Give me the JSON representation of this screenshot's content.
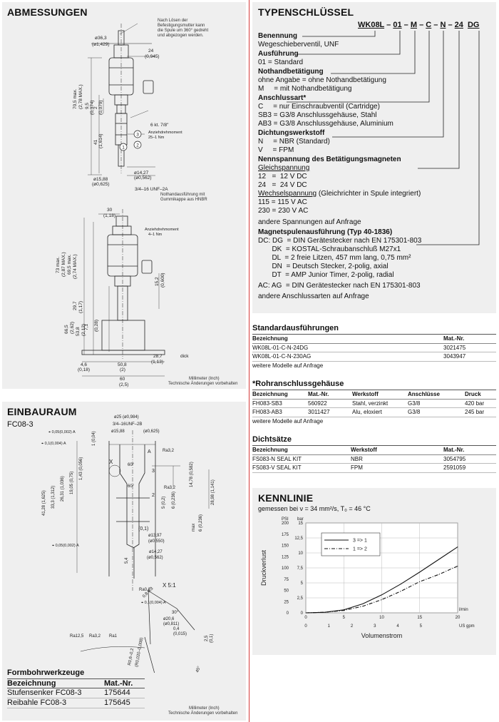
{
  "abmessungen": {
    "title": "ABMESSUNGEN",
    "labels": {
      "d363": "ø36,3",
      "d429": "(ø1,429)",
      "v24": "24",
      "v945": "(0,945)",
      "v705": "70,5 max.",
      "v278": "(2,78 MAX.)",
      "v95": "9,5",
      "v0374": "(0,374)",
      "v2": "2",
      "v0079": "(0,079)",
      "v41": "41",
      "v1614": "(1,614)",
      "d1427": "ø14,27",
      "d0562": "(ø0,562)",
      "d1588": "ø15,88",
      "d0625": "(ø0,625)",
      "unf": "3/4–16 UNF–2A",
      "sk": "6 kt. 7/8\"",
      "anz1": "Anziehdrehmoment",
      "nm1": "25–1 Nm",
      "v30": "30",
      "v118": "(1,18)",
      "anz2": "Anziehdrehmoment",
      "nm2": "4–1 Nm",
      "v73": "73 max.",
      "v287": "(2,87 MAX.)",
      "v695": "69,5 max.",
      "v274": "(2,74 MAX.)",
      "v152": "15,2",
      "v0600": "(0,600)",
      "v665": "66,5",
      "v262": "(2,62)",
      "v538": "53,8",
      "v212": "(2,12)",
      "v297": "29,7",
      "v117": "(1,17)",
      "v71": "7,1",
      "v028": "(0,28)",
      "v287b": "28,7",
      "v113": "(1,13)",
      "dick": "dick",
      "v46": "4,6",
      "v018": "(0,18)",
      "v508": "50,8",
      "v2b": "(2)",
      "v60": "60",
      "v25": "(2,5)"
    },
    "note_top": "Nach Lösen der Befestigungsmutter kann die Spule um 360° gedreht und abgezogen werden.",
    "note_hand": "Nothandausführung mit Gummikappe aus HNBR",
    "footer1": "Millimeter (Inch)",
    "footer2": "Technische Änderungen vorbehalten",
    "callouts": [
      "1",
      "2",
      "3"
    ]
  },
  "einbauraum": {
    "title": "EINBAURAUM",
    "subtitle": "FC08-3",
    "labels": {
      "tol1": "⌖ 0,05(0,002) A",
      "tol2": "⌖ 0,1(0,004) A",
      "tol3": "⌖ 0,05(0,002) A",
      "tol4": "⌖ 0,1(0,004) A",
      "d25": "ø25 (ø0,984)",
      "unf": "3/4–16UNF–2B",
      "d1588": "ø15,88",
      "d0625": "(ø0,625)",
      "ra32a": "Ra3,2",
      "ra32b": "Ra3,2",
      "ra32c": "Ra3,2",
      "ra125": "Ra12,5",
      "ra1": "Ra1",
      "ra08": "Ra0,8",
      "ang60a": "60°",
      "ang60b": "60°",
      "ang30": "30°",
      "x": "X",
      "xs": "X 5:1",
      "a": "A",
      "v3": "3",
      "v2": "2",
      "v1": "(0,1)",
      "d1397": "ø13,97",
      "d0550": "(ø0,550)",
      "d1427": "ø14,27",
      "d0562": "(ø0,562)",
      "d206": "ø20,6",
      "d0811": "(ø0,811)",
      "v04": "0,4",
      "v0015": "(0,015)",
      "v2ft": "2,5",
      "v118": "1 (0,04)",
      "v4128": "41,28 (1,625)",
      "v333": "33,3 (1,312)",
      "v2631": "26,31 (1,036)",
      "v1905": "19,05 (0,75)",
      "v143": "1,43 (0,056)",
      "v1478": "14,78 (0,582)",
      "v2898": "28,98 (1,141)",
      "v5": "5,4",
      "v006": "5 (0,2)",
      "v0236": "6 (0,236)",
      "v236": "6 (0,236)",
      "max": "max",
      "v08": "0,8 0,3",
      "r06": "R0,6–0,2",
      "r0": "(R0,020–0,008)",
      "ang45": "45°"
    },
    "tools_title": "Formbohrwerkzeuge",
    "tools_head": {
      "name": "Bezeichnung",
      "nr": "Mat.-Nr."
    },
    "tools": [
      {
        "name": "Stufensenker FC08-3",
        "nr": "175644"
      },
      {
        "name": "Reibahle  FC08-3",
        "nr": "175645"
      }
    ],
    "footer1": "Millimeter (Inch)",
    "footer2": "Technische Änderungen vorbehalten"
  },
  "typenschluessel": {
    "title": "TYPENSCHLÜSSEL",
    "code": {
      "a": "WK08L",
      "b": "01",
      "c": "M",
      "d": "C",
      "e": "N",
      "f": "24",
      "g": "DG",
      "sep": "–"
    },
    "blocks": [
      {
        "head": "Benennung",
        "lines": [
          "Wegeschieberventil, UNF"
        ]
      },
      {
        "head": "Ausführung",
        "lines": [
          "01 = Standard"
        ]
      },
      {
        "head": "Nothandbetätigung",
        "lines": [
          "ohne Angabe = ohne Nothandbetätigung",
          "M     = mit Nothandbetätigung"
        ]
      },
      {
        "head": "Anschlussart*",
        "lines": [
          "C     = nur Einschraubventil (Cartridge)",
          "SB3 = G3/8 Anschlussgehäuse, Stahl",
          "AB3 = G3/8 Anschlussgehäuse, Aluminium"
        ]
      },
      {
        "head": "Dichtungswerkstoff",
        "lines": [
          "N     = NBR (Standard)",
          "V     = FPM"
        ]
      }
    ],
    "nenn_head": "Nennspannung des Betätigungsmagneten",
    "gleich": "Gleichspannung",
    "gleich_lines": [
      "12   =  12 V DC",
      "24   =  24 V DC"
    ],
    "wechsel": "Wechselspannung",
    "wechsel_note": " (Gleichrichter in Spule integriert)",
    "wechsel_lines": [
      "115 = 115 V AC",
      "230 = 230 V AC",
      "andere Spannungen auf Anfrage"
    ],
    "mag_head": "Magnetspulenausführung (Typ 40-1836)",
    "mag_lines": [
      "DC: DG  = DIN Gerätestecker nach EN 175301-803",
      "       DK  = KOSTAL-Schraubanschluß M27x1",
      "       DL  = 2 freie Litzen, 457 mm lang, 0,75 mm²",
      "       DN  = Deutsch Stecker, 2-polig, axial",
      "       DT  = AMP Junior Timer, 2-polig, radial",
      "AC: AG  = DIN Gerätestecker nach EN 175301-803",
      "andere Anschlussarten auf Anfrage"
    ]
  },
  "standard": {
    "title": "Standardausführungen",
    "head": {
      "a": "Bezeichnung",
      "b": "Mat.-Nr."
    },
    "rows": [
      {
        "a": "WK08L-01-C-N-24DG",
        "b": "3021475"
      },
      {
        "a": "WK08L-01-C-N-230AG",
        "b": "3043947"
      }
    ],
    "note": "weitere Modelle auf Anfrage"
  },
  "rohr": {
    "title": "*Rohranschlussgehäuse",
    "head": {
      "a": "Bezeichnung",
      "b": "Mat.-Nr.",
      "c": "Werkstoff",
      "d": "Anschlüsse",
      "e": "Druck"
    },
    "rows": [
      {
        "a": "FH083-SB3",
        "b": "560922",
        "c": "Stahl, verzinkt",
        "d": "G3/8",
        "e": "420 bar"
      },
      {
        "a": "FH083-AB3",
        "b": "3011427",
        "c": "Alu, eloxiert",
        "d": "G3/8",
        "e": "245 bar"
      }
    ],
    "note": "weitere Modelle auf Anfrage"
  },
  "dicht": {
    "title": "Dichtsätze",
    "head": {
      "a": "Bezeichnung",
      "b": "Werkstoff",
      "c": "Mat.-Nr."
    },
    "rows": [
      {
        "a": "FS083-N SEAL KIT",
        "b": "NBR",
        "c": "3054795"
      },
      {
        "a": "FS083-V SEAL KIT",
        "b": "FPM",
        "c": "2591059"
      }
    ]
  },
  "kennlinie": {
    "title": "KENNLINIE",
    "subtitle": "gemessen bei ν = 34 mm²/s, T₀ = 46 °C",
    "unit_psi": "PSI",
    "unit_bar": "bar",
    "unit_lmin": "l/min",
    "unit_gpm": "US gpm",
    "ylabel": "Druckverlust",
    "xlabel": "Volumenstrom",
    "psi_ticks": [
      "200",
      "175",
      "150",
      "125",
      "100",
      "75",
      "50",
      "25",
      "0"
    ],
    "gpm_ticks": [
      "0",
      "1",
      "2",
      "3",
      "4",
      "5"
    ]
  },
  "chart_data": {
    "type": "line",
    "xlabel": "Volumenstrom",
    "ylabel": "Druckverlust",
    "x_unit": "l/min",
    "y_unit": "bar",
    "xlim": [
      0,
      20
    ],
    "ylim": [
      0,
      15
    ],
    "x_ticks": [
      0,
      5,
      10,
      15,
      20
    ],
    "y_ticks": [
      0,
      2.5,
      5,
      7.5,
      10,
      12.5,
      15
    ],
    "legend_position": "top-left",
    "grid": true,
    "series": [
      {
        "name": "3 => 1",
        "style": "solid",
        "x": [
          0,
          2.5,
          5,
          7.5,
          10,
          12.5,
          15,
          17.5,
          20
        ],
        "y": [
          0,
          0.1,
          0.5,
          1.5,
          3.0,
          4.8,
          6.8,
          8.9,
          11.0
        ]
      },
      {
        "name": "1 => 2",
        "style": "dashdot",
        "x": [
          0,
          2.5,
          5,
          7.5,
          10,
          12.5,
          15,
          17.5,
          20
        ],
        "y": [
          0,
          0.1,
          0.4,
          1.1,
          2.2,
          3.6,
          5.2,
          6.4,
          7.8
        ]
      }
    ]
  }
}
